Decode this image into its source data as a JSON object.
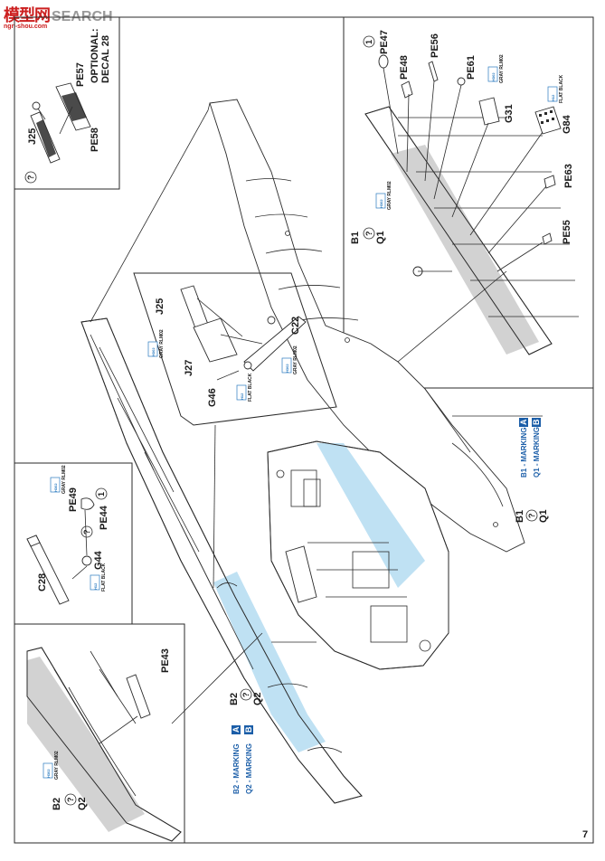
{
  "watermark": {
    "logo": "模型网",
    "text": "SEARCH",
    "url": "ngn-shou.com"
  },
  "page_number": "7",
  "paint_chip": {
    "code": "H302",
    "alt": "C39",
    "name": "GRAY RLM02"
  },
  "paint_chip_black": {
    "code": "H12",
    "alt": "C33",
    "name": "FLAT BLACK"
  },
  "markings": {
    "top_right": {
      "b1": "B1 - MARKING",
      "b1_badge": "A",
      "q1": "Q1 - MARKING",
      "q1_badge": "B"
    },
    "bottom_left": {
      "b2": "B2 - MARKING",
      "b2_badge": "A",
      "q2": "Q2 - MARKING",
      "q2_badge": "B"
    }
  },
  "inset_top_left": {
    "j25": "J25",
    "pe57": "PE57",
    "pe58": "PE58",
    "optional_line1": "OPTIONAL:",
    "optional_line2": "DECAL 28",
    "opt_symbol": "?"
  },
  "inset_top_right": {
    "pe47": "PE47",
    "pe48": "PE48",
    "pe56": "PE56",
    "pe61": "PE61",
    "g31": "G31",
    "g84": "G84",
    "pe63": "PE63",
    "pe55": "PE55",
    "b1": "B1",
    "q1": "Q1",
    "opt_symbol": "?",
    "rem_symbol": "1"
  },
  "inset_center": {
    "j25": "J25",
    "j27": "J27",
    "c22": "C22",
    "g46": "G46"
  },
  "inset_left_mid": {
    "pe49": "PE49",
    "pe44": "PE44",
    "g44": "G44",
    "c28": "C28",
    "opt_symbol": "?",
    "rem_symbol": "1"
  },
  "inset_bottom_left": {
    "pe43": "PE43",
    "b2": "B2",
    "q2": "Q2",
    "opt_symbol": "?"
  },
  "right_callout": {
    "b1": "B1",
    "q1": "Q1",
    "opt_symbol": "?"
  },
  "left_callout": {
    "b2": "B2",
    "q2": "Q2",
    "opt_symbol": "?"
  }
}
